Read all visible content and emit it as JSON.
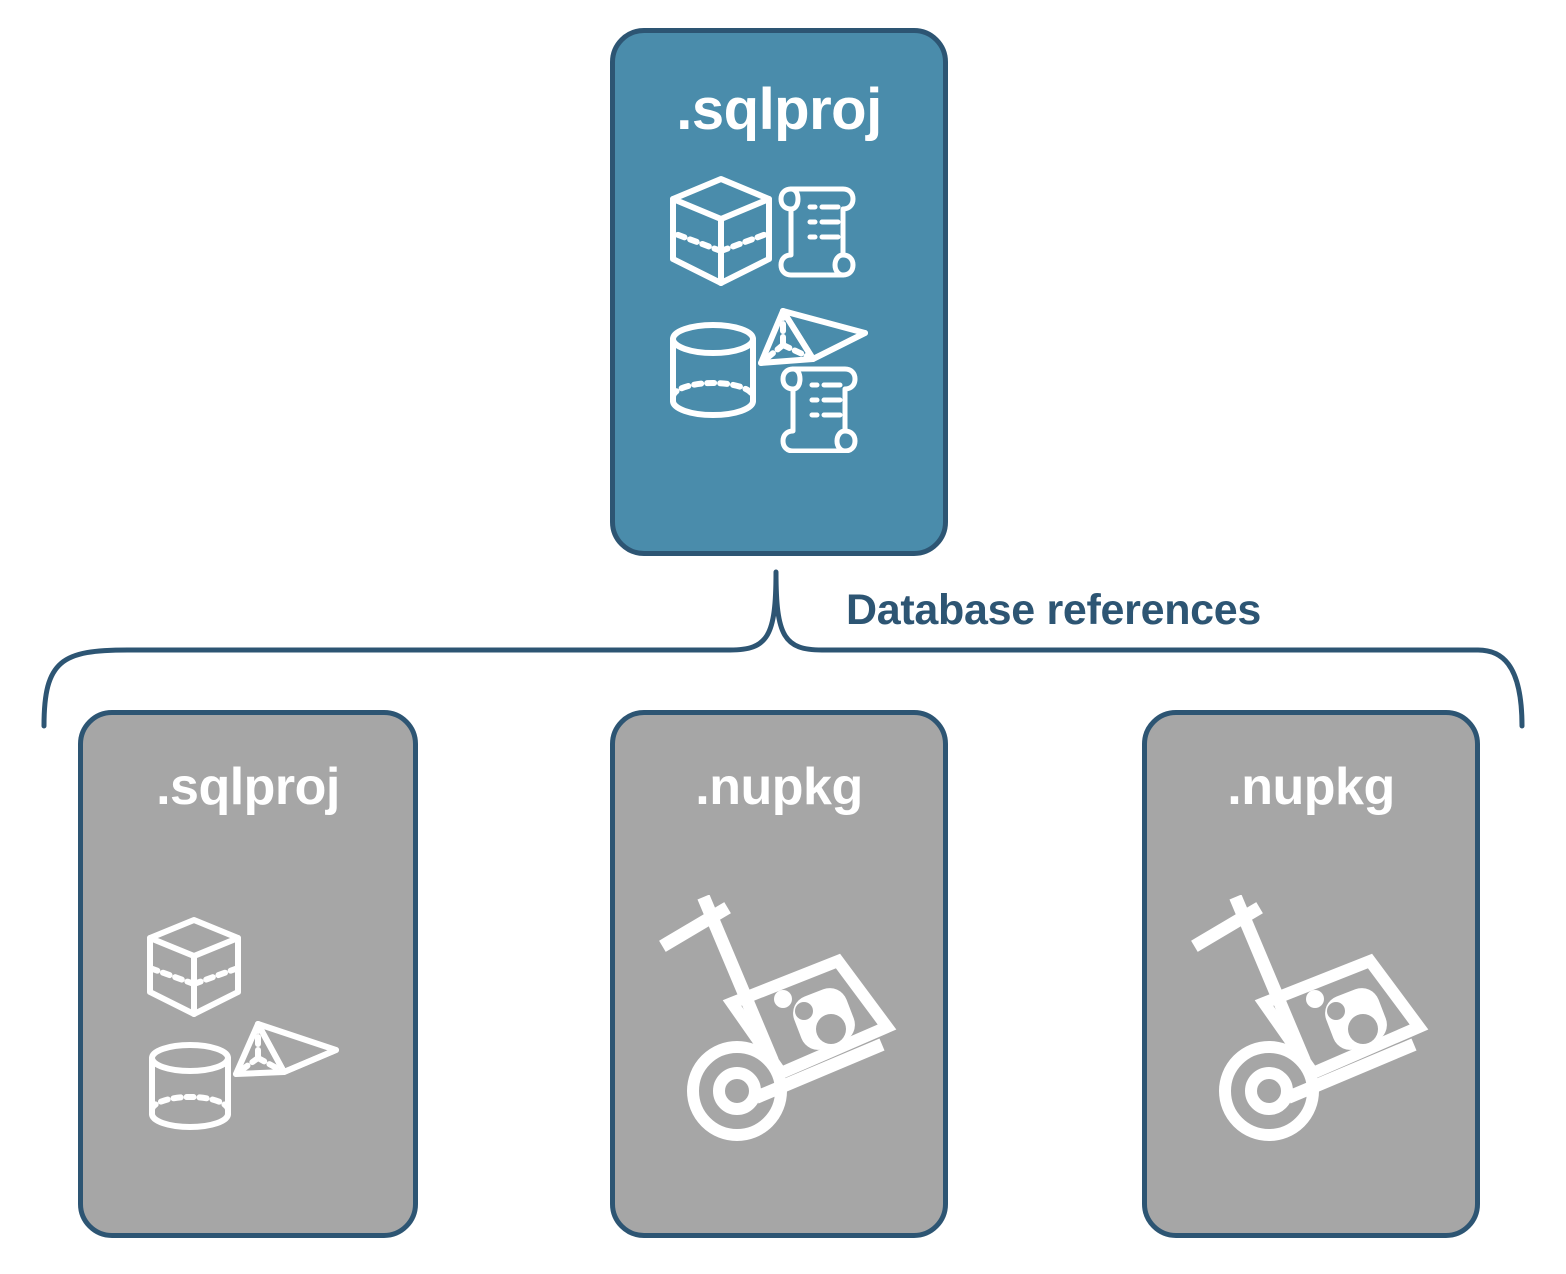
{
  "diagram": {
    "title_text": "Database references",
    "colors": {
      "primary_fill": "#4a8cab",
      "secondary_fill": "#a6a6a6",
      "stroke": "#2d5573",
      "icon": "#ffffff",
      "background": "#ffffff"
    }
  },
  "root": {
    "label": ".sqlproj",
    "icons": [
      "cube-icon",
      "scroll-icon",
      "pyramid-icon",
      "cylinder-icon",
      "scroll-icon"
    ]
  },
  "connector": {
    "label": "Database references"
  },
  "references": [
    {
      "label": ".sqlproj",
      "icons": [
        "cube-icon",
        "pyramid-icon",
        "cylinder-icon"
      ]
    },
    {
      "label": ".nupkg",
      "icons": [
        "hand-truck-package-icon"
      ]
    },
    {
      "label": ".nupkg",
      "icons": [
        "hand-truck-package-icon"
      ]
    }
  ]
}
